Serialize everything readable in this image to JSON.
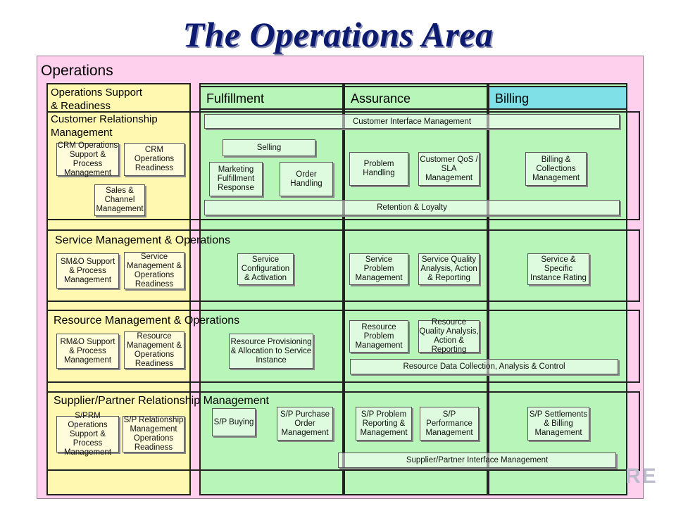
{
  "title": "The Operations Area",
  "operations": {
    "label": "Operations",
    "ops_support_head": [
      "Operations Support",
      "& Readiness",
      "Customer Relationship",
      "Management"
    ]
  },
  "columns": {
    "fulfillment": "Fulfillment",
    "assurance": "Assurance",
    "billing": "Billing"
  },
  "crm": {
    "crm_ops_support": "CRM Operations Support & Process Management",
    "crm_ops_readiness": "CRM Operations Readiness",
    "sales_channel": "Sales & Channel Management",
    "customer_interface": "Customer Interface Management",
    "selling": "Selling",
    "marketing": "Marketing Fulfillment Response",
    "order_handling": "Order Handling",
    "problem_handling": "Problem Handling",
    "customer_qos": "Customer QoS / SLA Management",
    "billing_collections": "Billing & Collections Management",
    "retention": "Retention & Loyalty"
  },
  "smo": {
    "label": "Service Management & Operations",
    "support": "SM&O Support & Process Management",
    "readiness": "Service Management & Operations Readiness",
    "configuration": "Service Configuration & Activation",
    "problem": "Service Problem Management",
    "quality": "Service Quality Analysis, Action & Reporting",
    "rating": "Service & Specific Instance Rating"
  },
  "rmo": {
    "label": "Resource Management & Operations",
    "support": "RM&O Support & Process Management",
    "readiness": "Resource Management & Operations Readiness",
    "provisioning": "Resource Provisioning & Allocation to Service Instance",
    "problem": "Resource Problem Management",
    "quality": "Resource Quality Analysis, Action & Reporting",
    "data_collection": "Resource Data Collection, Analysis & Control"
  },
  "sprm": {
    "label": "Supplier/Partner Relationship Management",
    "support": "S/PRM Operations Support & Process Management",
    "readiness": "S/P Relationship Management Operations Readiness",
    "buying": "S/P Buying",
    "purchase_order": "S/P Purchase Order Management",
    "problem_reporting": "S/P Problem Reporting & Management",
    "performance": "S/P Performance Management",
    "settlements": "S/P Settlements & Billing Management",
    "interface": "Supplier/Partner Interface Management"
  },
  "logo_text": "RE"
}
